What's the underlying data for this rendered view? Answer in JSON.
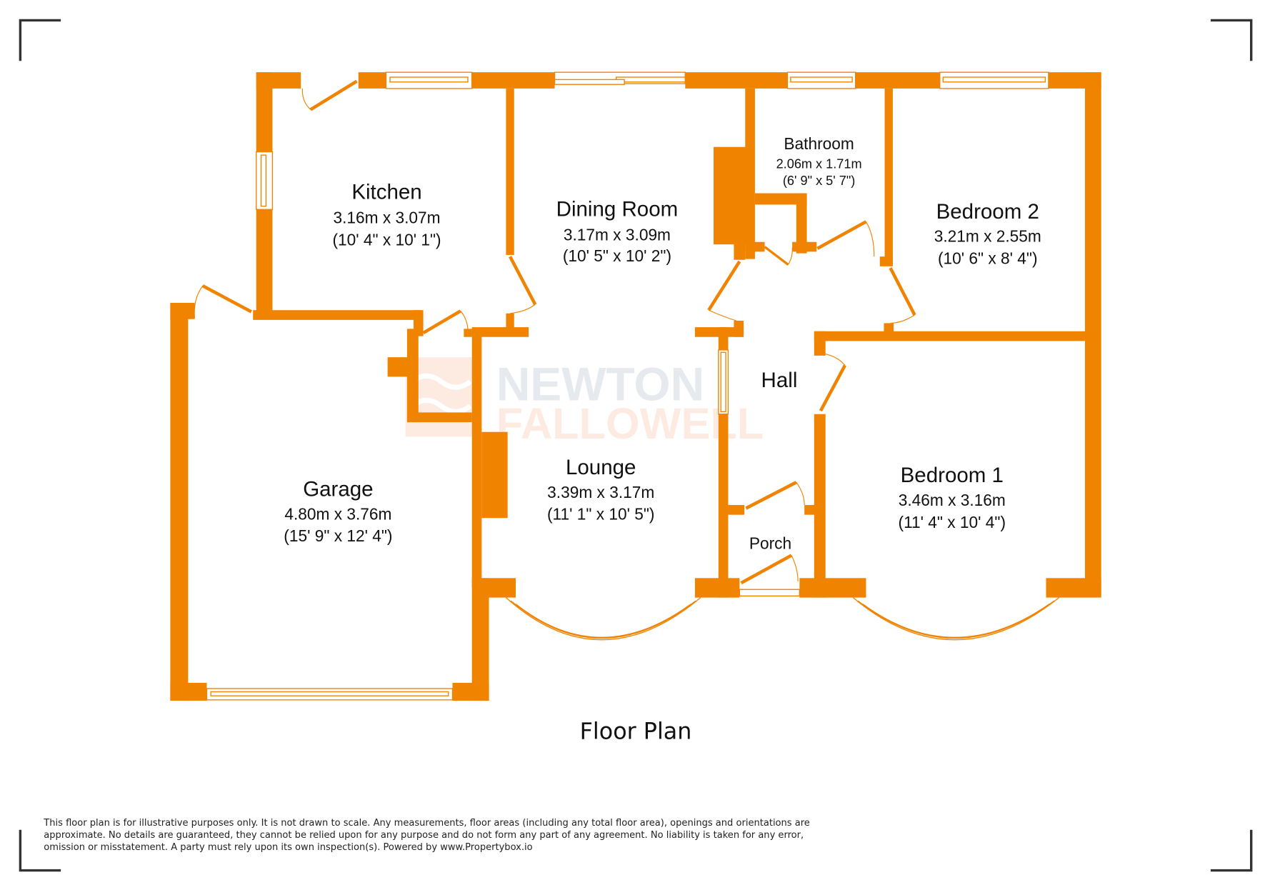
{
  "plan": {
    "title": "Floor Plan",
    "accent_color": "#F08300",
    "watermark": {
      "line1": "NEWTON",
      "line2": "FALLOWELL"
    },
    "rooms": {
      "kitchen": {
        "name": "Kitchen",
        "metric": "3.16m x 3.07m",
        "imperial": "(10' 4\" x 10' 1\")"
      },
      "dining_room": {
        "name": "Dining Room",
        "metric": "3.17m x 3.09m",
        "imperial": "(10' 5\" x 10' 2\")"
      },
      "bathroom": {
        "name": "Bathroom",
        "metric": "2.06m x 1.71m",
        "imperial": "(6' 9\" x 5' 7\")"
      },
      "bedroom_2": {
        "name": "Bedroom 2",
        "metric": "3.21m x 2.55m",
        "imperial": "(10' 6\" x 8' 4\")"
      },
      "hall": {
        "name": "Hall"
      },
      "garage": {
        "name": "Garage",
        "metric": "4.80m x 3.76m",
        "imperial": "(15' 9\" x 12' 4\")"
      },
      "lounge": {
        "name": "Lounge",
        "metric": "3.39m x 3.17m",
        "imperial": "(11' 1\" x 10' 5\")"
      },
      "porch": {
        "name": "Porch"
      },
      "bedroom_1": {
        "name": "Bedroom 1",
        "metric": "3.46m x 3.16m",
        "imperial": "(11' 4\" x 10' 4\")"
      }
    },
    "disclaimer": {
      "line1": "This floor plan is for illustrative purposes only. It is not drawn to scale. Any measurements, floor areas (including any total floor area), openings and orientations are",
      "line2": "approximate. No details are guaranteed, they cannot be relied upon for any purpose and do not form any part of any agreement. No liability is taken for any error,",
      "line3": "omission or misstatement. A party must rely upon its own inspection(s). Powered by www.Propertybox.io"
    }
  }
}
